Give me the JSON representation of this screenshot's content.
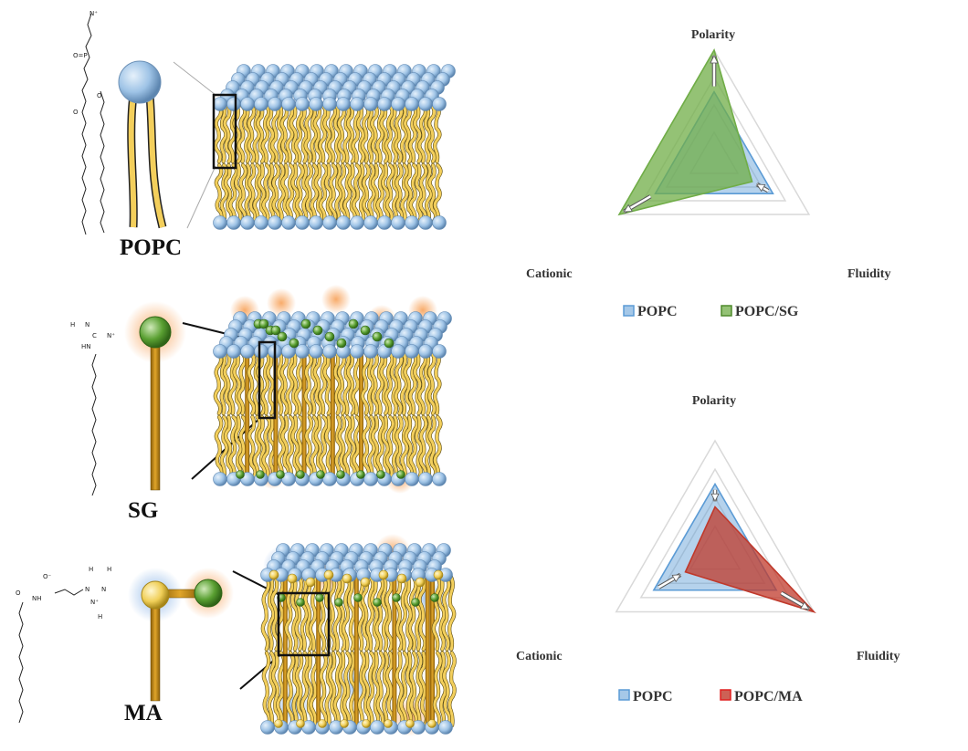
{
  "molecules": [
    {
      "label": "POPC",
      "head_color": "#9ec3e6"
    },
    {
      "label": "SG",
      "head_color": "#5aa032"
    },
    {
      "label": "MA",
      "head_colors": [
        "#f0cf58",
        "#5aa032"
      ]
    }
  ],
  "colors": {
    "lipid_head": "#9ec3e6",
    "lipid_tail": "#f3cf5c",
    "sg_head": "#5aa032",
    "rod": "#c58a12",
    "halo_orange": "#f7a25a",
    "halo_blue": "#8ab4e6",
    "popc_series": "#5b9bd5",
    "sg_series": "#70ad47",
    "ma_series": "#c0392b"
  },
  "chart_data": [
    {
      "type": "radar",
      "axes": [
        "Polarity",
        "Fluidity",
        "Cationic"
      ],
      "series": [
        {
          "name": "POPC",
          "values": [
            0.62,
            0.62,
            0.62
          ],
          "color": "#5b9bd5"
        },
        {
          "name": "POPC/SG",
          "values": [
            1.0,
            0.4,
            1.0
          ],
          "color": "#70ad47"
        }
      ],
      "arrows": [
        "Polarity",
        "Fluidity",
        "Cationic"
      ],
      "legend": "bottom"
    },
    {
      "type": "radar",
      "axes": [
        "Polarity",
        "Fluidity",
        "Cationic"
      ],
      "series": [
        {
          "name": "POPC",
          "values": [
            0.62,
            0.62,
            0.62
          ],
          "color": "#5b9bd5"
        },
        {
          "name": "POPC/MA",
          "values": [
            0.42,
            1.0,
            0.3
          ],
          "color": "#c0392b"
        }
      ],
      "arrows": [
        "Polarity",
        "Fluidity",
        "Cationic"
      ],
      "legend": "bottom"
    }
  ]
}
